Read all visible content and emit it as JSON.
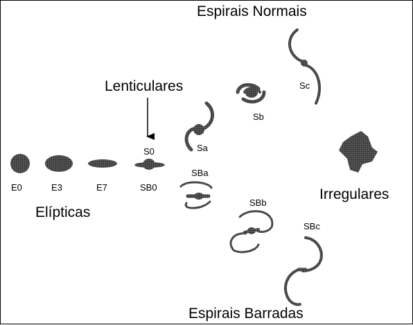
{
  "title_normal_spirals": "Espirais Normais",
  "title_barred_spirals": "Espirais Barradas",
  "label_lenticular": "Lenticulares",
  "label_elliptical": "Elípticas",
  "label_irregular": "Irregulares",
  "classes": {
    "e0": "E0",
    "e3": "E3",
    "e7": "E7",
    "s0": "S0",
    "sb0": "SB0",
    "sa": "Sa",
    "sb": "Sb",
    "sc": "Sc",
    "sba": "SBa",
    "sbb": "SBb",
    "sbc": "SBc"
  },
  "colors": {
    "galaxy_fill": "#3a3a3a",
    "galaxy_arm": "#6b6b6b",
    "line": "#000000"
  }
}
